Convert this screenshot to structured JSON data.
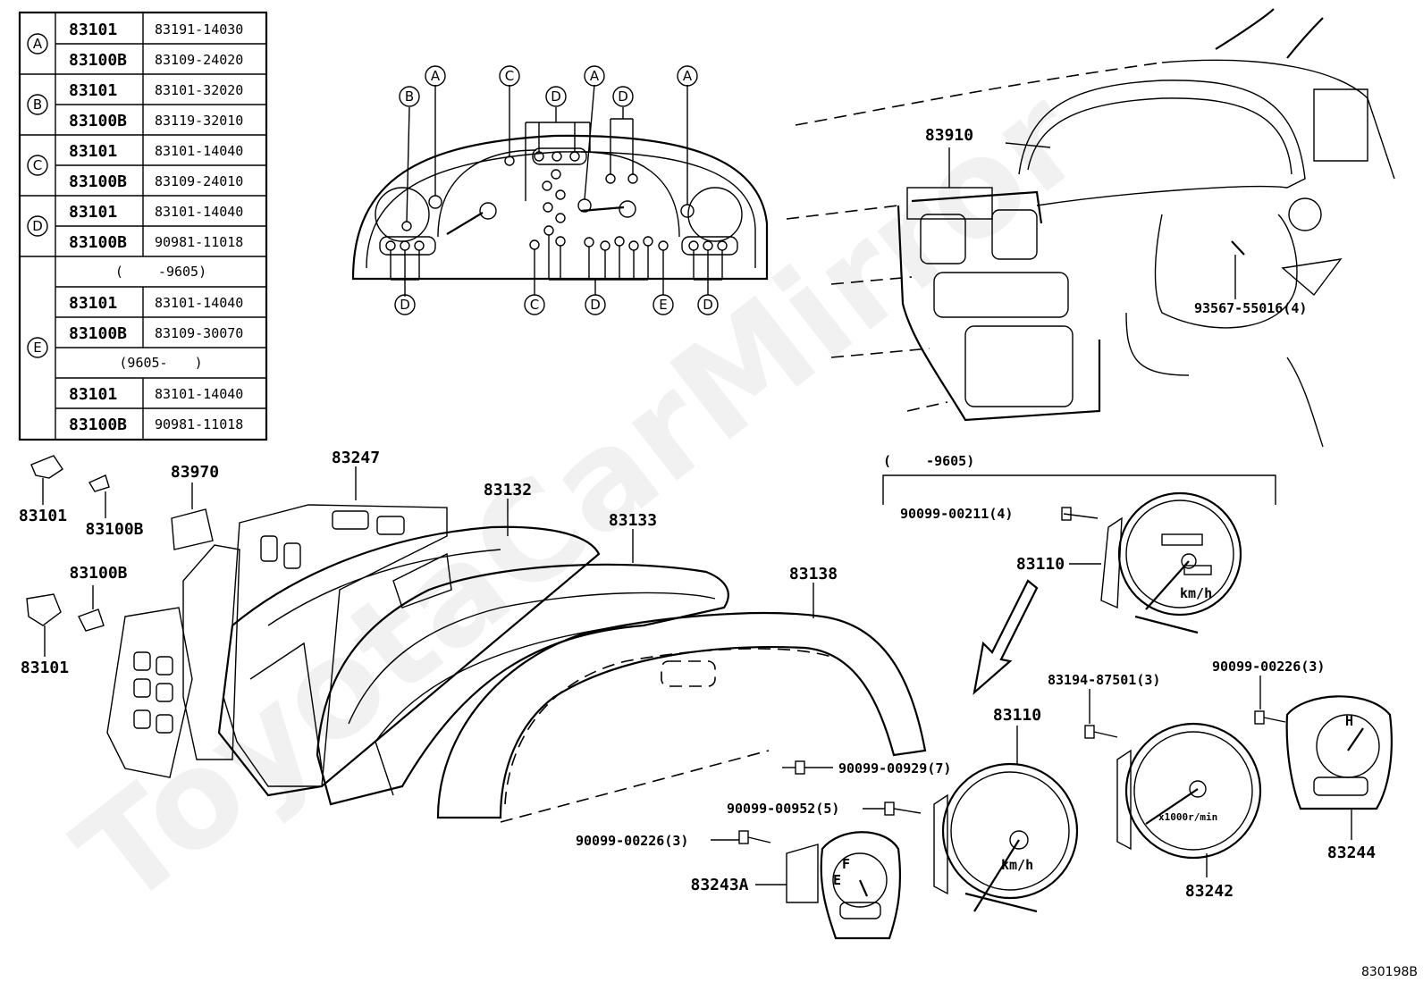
{
  "table": {
    "groups": [
      {
        "letter": "A",
        "rows": [
          {
            "code": "83101",
            "part": "83191-14030"
          },
          {
            "code": "83100B",
            "part": "83109-24020"
          }
        ]
      },
      {
        "letter": "B",
        "rows": [
          {
            "code": "83101",
            "part": "83101-32020"
          },
          {
            "code": "83100B",
            "part": "83119-32010"
          }
        ]
      },
      {
        "letter": "C",
        "rows": [
          {
            "code": "83101",
            "part": "83101-14040"
          },
          {
            "code": "83100B",
            "part": "83109-24010"
          }
        ]
      },
      {
        "letter": "D",
        "rows": [
          {
            "code": "83101",
            "part": "83101-14040"
          },
          {
            "code": "83100B",
            "part": "90981-11018"
          }
        ]
      },
      {
        "letter": "E",
        "rows": [
          {
            "note": "(　　 -9605)"
          },
          {
            "code": "83101",
            "part": "83101-14040"
          },
          {
            "code": "83100B",
            "part": "83109-30070"
          },
          {
            "note": "(9605-　　)"
          },
          {
            "code": "83101",
            "part": "83101-14040"
          },
          {
            "code": "83100B",
            "part": "90981-11018"
          }
        ]
      }
    ]
  },
  "callout_letters": [
    "B",
    "A",
    "C",
    "D",
    "A",
    "D",
    "A",
    "D",
    "C",
    "D",
    "E",
    "D"
  ],
  "labels": {
    "p83910": "83910",
    "p93567": "93567-55016(4)",
    "period_note": "(　　 -9605)",
    "p90099_00211": "90099-00211(4)",
    "p83110_top": "83110",
    "p83110_bottom": "83110",
    "p83194": "83194-87501(3)",
    "p90099_00226_right": "90099-00226(3)",
    "p83242": "83242",
    "p83244": "83244",
    "p90099_00929": "90099-00929(7)",
    "p90099_00952": "90099-00952(5)",
    "p90099_00226_left": "90099-00226(3)",
    "p83243A": "83243A",
    "p83247": "83247",
    "p83132": "83132",
    "p83133": "83133",
    "p83138": "83138",
    "p83970": "83970",
    "p83101_a": "83101",
    "p83100B_a": "83100B",
    "p83100B_b": "83100B",
    "p83101_b": "83101",
    "gauge_kmh_1": "km/h",
    "gauge_kmh_2": "km/h",
    "gauge_rpm": "x1000r/min",
    "gauge_h": "H",
    "gauge_f": "F",
    "gauge_e": "E",
    "diagram_code": "830198B"
  },
  "watermark": "ToyotaCarMirror"
}
